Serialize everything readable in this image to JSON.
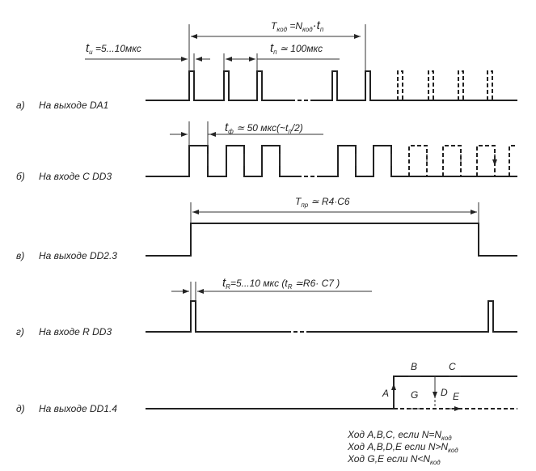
{
  "rows": [
    {
      "letter": "а)",
      "label": "На выходе DA1"
    },
    {
      "letter": "б)",
      "label": "На входе C DD3"
    },
    {
      "letter": "в)",
      "label": "На выходе DD2.3"
    },
    {
      "letter": "г)",
      "label": "На входе R DD3"
    },
    {
      "letter": "д)",
      "label": "На выходе DD1.4"
    }
  ],
  "annotations": {
    "t_kod": {
      "main": "T",
      "sub": "код",
      "eq": " =N",
      "sub2": "код",
      "tail": "·t",
      "sub3": "п"
    },
    "t_i": {
      "main": "t",
      "sub": "и",
      "tail": " =5...10мкс"
    },
    "t_p": {
      "main": "t",
      "sub": "п",
      "tail": " ≃ 100мкс"
    },
    "t_f": {
      "main": "t",
      "sub": "ф",
      "tail": " ≃ 50 мкс(~t",
      "sub2": "п",
      "end": "/2)"
    },
    "t_pr": {
      "main": "T",
      "sub": "пр",
      "tail": " ≃ R4·C6"
    },
    "t_r": {
      "main": "t",
      "sub": "R",
      "tail": "=5...10 мкс (t",
      "sub2": "R",
      "end": " ≃R6· C7 )"
    }
  },
  "path_labels": {
    "A": "A",
    "B": "B",
    "C": "C",
    "D": "D",
    "E": "E",
    "G": "G"
  },
  "notes": [
    {
      "text": "Ход A,B,C, если N=N",
      "sub": "код"
    },
    {
      "text": "Ход A,B,D,E если N>N",
      "sub": "код"
    },
    {
      "text": "Ход G,E если N<N",
      "sub": "код"
    }
  ]
}
